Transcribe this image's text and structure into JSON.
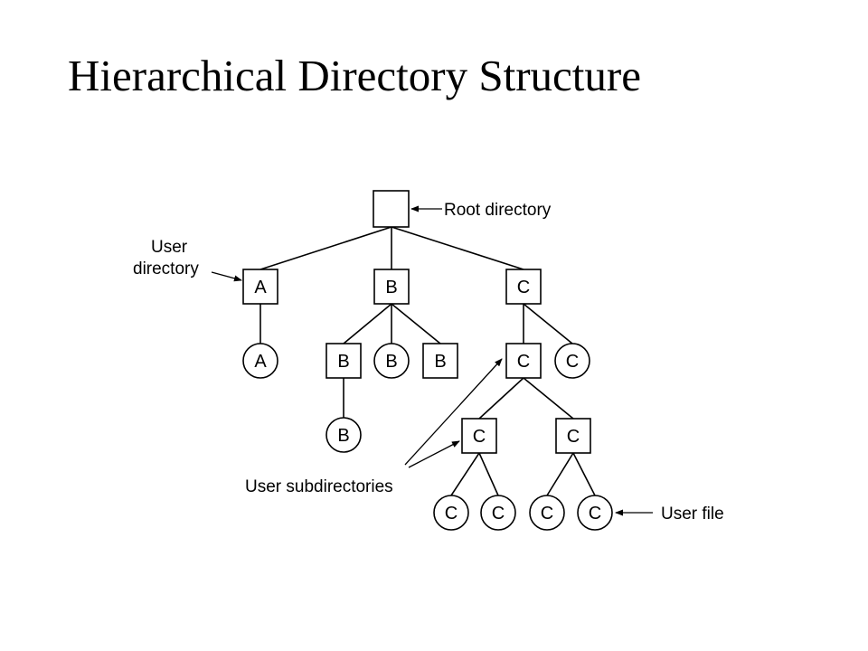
{
  "title": "Hierarchical Directory Structure",
  "annotations": {
    "root_directory": "Root directory",
    "user_directory_line1": "User",
    "user_directory_line2": "directory",
    "user_subdirectories": "User subdirectories",
    "user_file": "User file"
  },
  "tree": {
    "root": {
      "kind": "directory",
      "label": ""
    },
    "user_directories": [
      {
        "kind": "directory",
        "label": "A",
        "children": [
          {
            "kind": "file",
            "label": "A"
          }
        ]
      },
      {
        "kind": "directory",
        "label": "B",
        "children": [
          {
            "kind": "directory",
            "label": "B",
            "children": [
              {
                "kind": "file",
                "label": "B"
              }
            ]
          },
          {
            "kind": "file",
            "label": "B"
          },
          {
            "kind": "directory",
            "label": "B"
          }
        ]
      },
      {
        "kind": "directory",
        "label": "C",
        "children": [
          {
            "kind": "directory",
            "label": "C",
            "children": [
              {
                "kind": "directory",
                "label": "C",
                "children": [
                  {
                    "kind": "file",
                    "label": "C"
                  },
                  {
                    "kind": "file",
                    "label": "C"
                  }
                ]
              },
              {
                "kind": "directory",
                "label": "C",
                "children": [
                  {
                    "kind": "file",
                    "label": "C"
                  },
                  {
                    "kind": "file",
                    "label": "C"
                  }
                ]
              }
            ]
          },
          {
            "kind": "file",
            "label": "C"
          }
        ]
      }
    ]
  }
}
